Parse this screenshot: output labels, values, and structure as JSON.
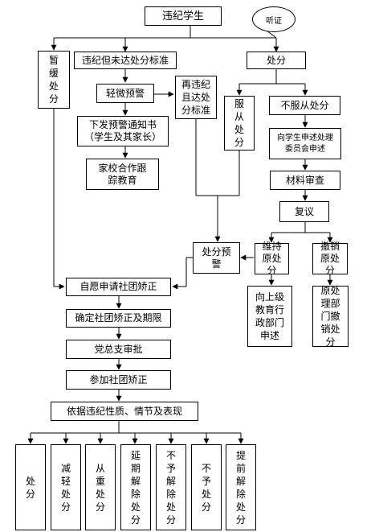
{
  "title": "违纪学生",
  "hearing": "听证",
  "nodes": {
    "temp": "暂缓处分",
    "not_reach": "违纪但未达处分标准",
    "punish": "处分",
    "minor_warning": "轻微预警",
    "re_violate": "再违纪且达处分标准",
    "accept": "服从处分",
    "reject": "不服从处分",
    "notice": "下发预警通知书（学生及其家长）",
    "appeal_committee": "向学生申述处理委员会申述",
    "home_school": "家校合作跟踪教育",
    "review_materials": "材料审查",
    "reconsider": "复议",
    "warning": "处分预警",
    "maintain": "维持原处分",
    "revoke": "撤销原处分",
    "self_apply": "自愿申请社团矫正",
    "higher_appeal": "向上级教育行政部门申述",
    "dept_revoke": "原处理部门撤销处分",
    "confirm": "确定社团矫正及期限",
    "party_approve": "党总支审批",
    "join": "参加社团矫正",
    "basis": "依据违纪性质、情节及表现"
  },
  "outcomes": [
    "处分",
    "减轻处分",
    "从重处分",
    "延期解除处分",
    "不予解除处分",
    "不予处分",
    "提前解除处分"
  ]
}
